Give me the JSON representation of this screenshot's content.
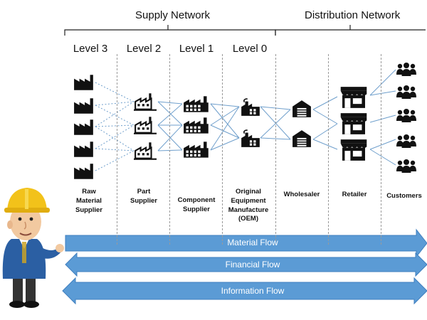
{
  "headers": {
    "supply_network": "Supply Network",
    "distribution_network": "Distribution Network"
  },
  "levels": [
    "Level 3",
    "Level 2",
    "Level 1",
    "Level 0"
  ],
  "stages": [
    {
      "label": "Raw\nMaterial\nSupplier",
      "icon": "factory-black-icon"
    },
    {
      "label": "Part\nSupplier",
      "icon": "factory-outline-icon"
    },
    {
      "label": "Component\nSupplier",
      "icon": "factory-large-icon"
    },
    {
      "label": "Original\nEquipment\nManufacture\n(OEM)",
      "icon": "factory-oem-icon"
    },
    {
      "label": "Wholesaler",
      "icon": "warehouse-icon"
    },
    {
      "label": "Retailer",
      "icon": "store-icon"
    },
    {
      "label": "Customers",
      "icon": "people-group-icon"
    }
  ],
  "flows": [
    {
      "label": "Material Flow",
      "direction": "right"
    },
    {
      "label": "Financial Flow",
      "direction": "both"
    },
    {
      "label": "Information Flow",
      "direction": "both"
    }
  ],
  "colors": {
    "arrow_fill": "#5b9bd5",
    "arrow_stroke": "#3f7fbf",
    "connector": "#6f9fcc",
    "icon": "#111111",
    "hard_hat": "#f2c21a",
    "shirt": "#2b5fa3"
  }
}
